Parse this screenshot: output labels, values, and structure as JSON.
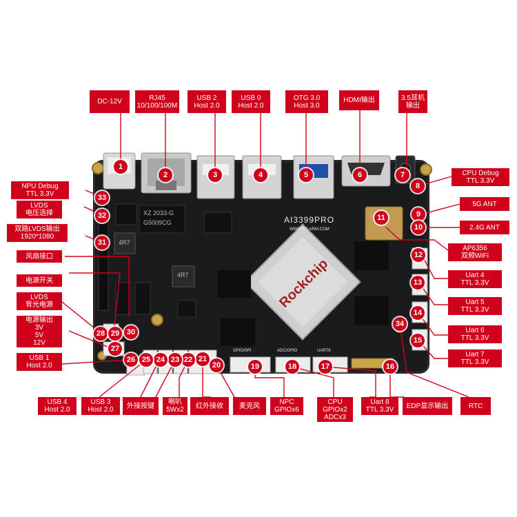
{
  "board": {
    "model_silk": "AI3399PRO",
    "url_silk": "WWW.YC-ARM.COM",
    "soc_brand": "Rockchip",
    "ic1_line1": "XZ 2033-G",
    "ic1_line2": "G5009CG",
    "inductor_silk": "4R7",
    "conn_silk": [
      "GPIO/SPI",
      "ADC/GPIO",
      "UART8"
    ]
  },
  "labels": {
    "dc": [
      "DC-12V"
    ],
    "rj45": [
      "RJ45",
      "10/100/100M"
    ],
    "usb2": [
      "USB 2",
      "Host 2.0"
    ],
    "usb0": [
      "USB 0",
      "Host 2.0"
    ],
    "otg": [
      "OTG 3.0",
      "Host 3.0"
    ],
    "hdmi": [
      "HDMI输出"
    ],
    "earphone": [
      "3.5耳机",
      "输出"
    ],
    "cpu_debug": [
      "CPU Debug",
      "TTL 3.3V"
    ],
    "ant5g": [
      "5G ANT"
    ],
    "ant24": [
      "2.4G ANT"
    ],
    "wifi": [
      "AP6356",
      "双频WiFi"
    ],
    "uart4": [
      "Uart 4",
      "TTL 3.3V"
    ],
    "uart5": [
      "Uart 5",
      "TTL 3.3V"
    ],
    "uart6": [
      "Uart 6",
      "TTL 3.3V"
    ],
    "uart7": [
      "Uart 7",
      "TTL 3.3V"
    ],
    "rtc": [
      "RTC"
    ],
    "edp": [
      "EDP显示输出"
    ],
    "uart8": [
      "Uart 8",
      "TTL 3.3V"
    ],
    "cpu_gpio": [
      "CPU",
      "GPIOx2",
      "ADCx3"
    ],
    "npc": [
      "NPC",
      "GPIOx6"
    ],
    "mic": [
      "麦克风"
    ],
    "ir": [
      "红外接收"
    ],
    "speaker": [
      "喇叭",
      "5Wx2"
    ],
    "key": [
      "外接按键"
    ],
    "usb3": [
      "USB 3",
      "Host 2.0"
    ],
    "usb4": [
      "USB 4",
      "Host 2.0"
    ],
    "usb1": [
      "USB 1",
      "Host 2.0"
    ],
    "power_out": [
      "电源输出",
      "3V",
      "5V",
      "12V"
    ],
    "lvds_bl": [
      "LVDS",
      "背光电源"
    ],
    "power_sw": [
      "电源开关"
    ],
    "fan": [
      "风扇接口"
    ],
    "dual_lvds": [
      "双路LVDS输出",
      "1920*1080"
    ],
    "lvds_v": [
      "LVDS",
      "电压选择"
    ],
    "npu_debug": [
      "NPU Debug",
      "TTL 3.3V"
    ]
  },
  "markers": [
    "1",
    "2",
    "3",
    "4",
    "5",
    "6",
    "7",
    "8",
    "9",
    "10",
    "11",
    "12",
    "13",
    "14",
    "15",
    "16",
    "17",
    "18",
    "19",
    "20",
    "21",
    "22",
    "23",
    "24",
    "25",
    "26",
    "27",
    "28",
    "29",
    "30",
    "31",
    "32",
    "33",
    "34"
  ],
  "colors": {
    "accent": "#d0021b",
    "board": "#1b1b1d",
    "header_white": "#ececec",
    "usb_blue": "#1f4fa8"
  }
}
